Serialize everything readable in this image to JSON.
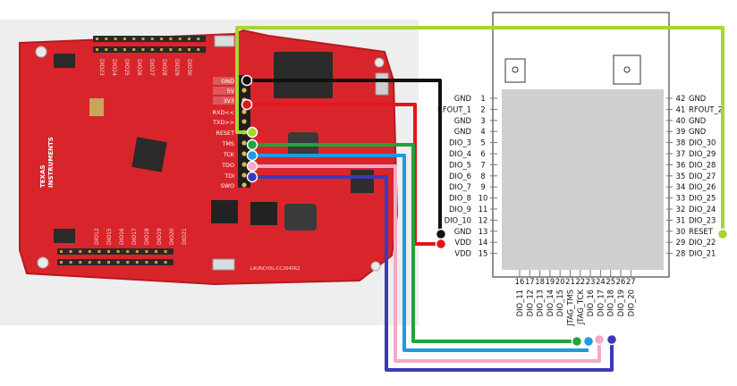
{
  "board": {
    "ti_brand": [
      "TEXAS",
      "INSTRUMENTS"
    ],
    "launchpad_label": "LAUNCHXL-CC2640R2",
    "silk_top": [
      "DIO23",
      "DIO24",
      "DIO25",
      "DIO26",
      "DIO27",
      "DIO28",
      "DIO29",
      "DIO30"
    ],
    "silk_bottom": [
      "DIO12",
      "DIO15",
      "DIO16",
      "DIO17",
      "DIO18",
      "DIO19",
      "DIO20",
      "DIO21"
    ],
    "header_labels": [
      "GND",
      "5V",
      "3V3",
      "RXD<<",
      "TXD>>",
      "RESET",
      "TMS",
      "TCK",
      "TDO",
      "TDI",
      "SWO"
    ],
    "colors": {
      "pcb": "#d8252b",
      "pcb_edge": "#b51a20",
      "chip": "#2a2a2a",
      "header": "#f2f2f2"
    }
  },
  "module": {
    "left_pins": [
      {
        "num": "1",
        "name": "GND"
      },
      {
        "num": "2",
        "name": "RFOUT_1"
      },
      {
        "num": "3",
        "name": "GND"
      },
      {
        "num": "4",
        "name": "GND"
      },
      {
        "num": "5",
        "name": "DIO_3"
      },
      {
        "num": "6",
        "name": "DIO_4"
      },
      {
        "num": "7",
        "name": "DIO_5"
      },
      {
        "num": "8",
        "name": "DIO_6"
      },
      {
        "num": "9",
        "name": "DIO_7"
      },
      {
        "num": "10",
        "name": "DIO_8"
      },
      {
        "num": "11",
        "name": "DIO_9"
      },
      {
        "num": "12",
        "name": "DIO_10"
      },
      {
        "num": "13",
        "name": "GND"
      },
      {
        "num": "14",
        "name": "VDD"
      },
      {
        "num": "15",
        "name": "VDD"
      }
    ],
    "right_pins": [
      {
        "num": "42",
        "name": "GND"
      },
      {
        "num": "41",
        "name": "RFOUT_2"
      },
      {
        "num": "40",
        "name": "GND"
      },
      {
        "num": "39",
        "name": "GND"
      },
      {
        "num": "38",
        "name": "DIO_30"
      },
      {
        "num": "37",
        "name": "DIO_29"
      },
      {
        "num": "36",
        "name": "DIO_28"
      },
      {
        "num": "35",
        "name": "DIO_27"
      },
      {
        "num": "34",
        "name": "DIO_26"
      },
      {
        "num": "33",
        "name": "DIO_25"
      },
      {
        "num": "32",
        "name": "DIO_24"
      },
      {
        "num": "31",
        "name": "DIO_23"
      },
      {
        "num": "30",
        "name": "RESET"
      },
      {
        "num": "29",
        "name": "DIO_22"
      },
      {
        "num": "28",
        "name": "DIO_21"
      }
    ],
    "bottom_pins": [
      {
        "num": "16",
        "name": "DIO_11"
      },
      {
        "num": "17",
        "name": "DIO_12"
      },
      {
        "num": "18",
        "name": "DIO_13"
      },
      {
        "num": "19",
        "name": "DIO_14"
      },
      {
        "num": "20",
        "name": "DIO_15"
      },
      {
        "num": "21",
        "name": "JTAG_TMS"
      },
      {
        "num": "22",
        "name": "JTAG_TCK"
      },
      {
        "num": "23",
        "name": "DIO_16"
      },
      {
        "num": "24",
        "name": "DIO_17"
      },
      {
        "num": "25",
        "name": "DIO_18"
      },
      {
        "num": "26",
        "name": "DIO_19"
      },
      {
        "num": "27",
        "name": "DIO_20"
      }
    ]
  },
  "wire_colors": {
    "reset": "#a5d72f",
    "gnd": "#111111",
    "vdd": "#e3151b",
    "tms": "#22a33a",
    "tck": "#1f9ae0",
    "tdo": "#f4a9c6",
    "tdi": "#3a3ab8"
  }
}
